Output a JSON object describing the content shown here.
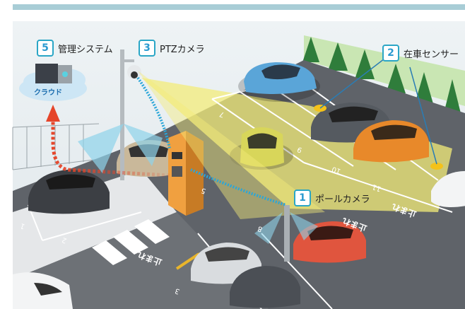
{
  "labels": {
    "cloud_system": {
      "num": "5",
      "text": "管理システム"
    },
    "ptz_camera": {
      "num": "3",
      "text": "PTZカメラ"
    },
    "parking_sensor": {
      "num": "2",
      "text": "在車センサー"
    },
    "pole_camera": {
      "num": "1",
      "text": "ポールカメラ"
    },
    "cloud": "クラウド"
  },
  "slots": [
    "7",
    "8",
    "9",
    "10",
    "11",
    "5",
    "1",
    "2",
    "3"
  ],
  "road_markings": [
    "止まれ",
    "止まれ",
    "止まれ"
  ],
  "colors": {
    "header_bar": "#a8cdd6",
    "detection_zone": "#f3ec7a",
    "camera_beam": "#8fd3ea",
    "data_link": "#2aa6d8",
    "cloud_link": "#e5452a",
    "asphalt": "#5f6369"
  }
}
